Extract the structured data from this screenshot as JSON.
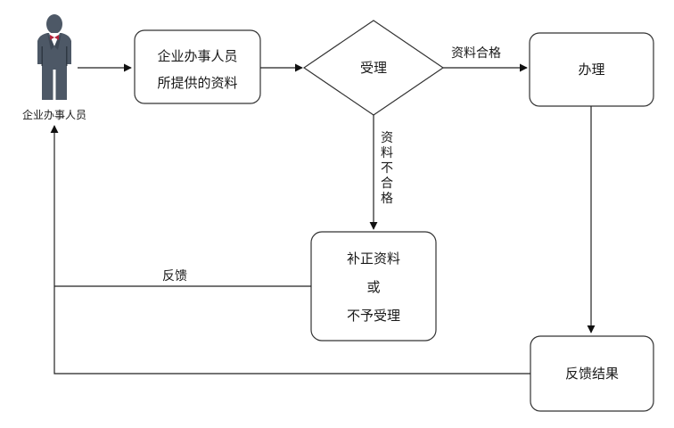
{
  "actor": {
    "label": "企业办事人员",
    "icon": "businessman-icon"
  },
  "nodes": {
    "submitted": {
      "line1": "企业办事人员",
      "line2": "所提供的资料"
    },
    "accept": {
      "label": "受理"
    },
    "process": {
      "label": "办理"
    },
    "correct": {
      "line1": "补正资料",
      "line2": "或",
      "line3": "不予受理"
    },
    "result": {
      "label": "反馈结果"
    }
  },
  "edges": {
    "qualified": "资料合格",
    "unqualified": [
      "资",
      "料",
      "不",
      "合",
      "格"
    ],
    "feedback": "反馈"
  }
}
